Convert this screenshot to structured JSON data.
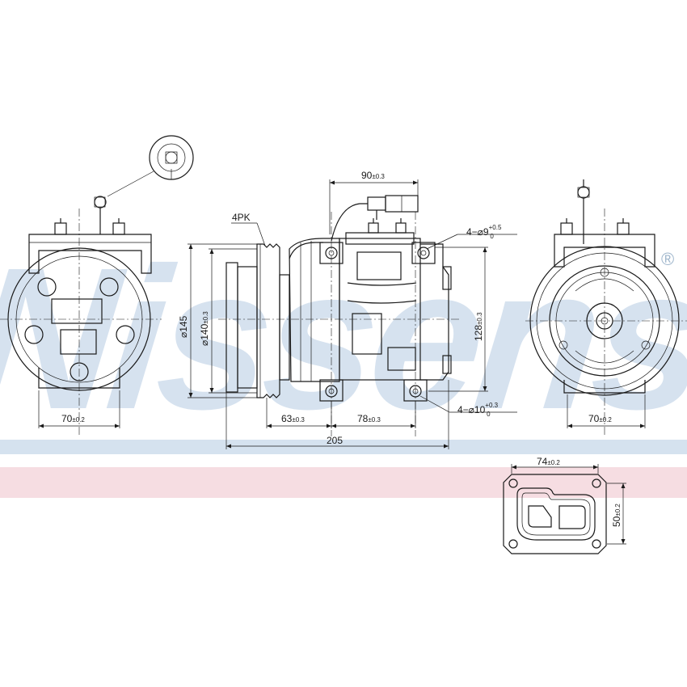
{
  "brand": {
    "watermark": "Nissens",
    "registered_mark": "®",
    "stripe_blue": "#d5e2ef",
    "stripe_pink": "#f6dde2",
    "watermark_color": "#c9d9ea"
  },
  "dimensions": {
    "left_width": {
      "value": "70",
      "tol": "±0.2"
    },
    "pulley_type": "4PK",
    "pulley_outer_dia": "⌀145",
    "pulley_inner_dia": {
      "value": "⌀140",
      "tol": "±0.3"
    },
    "connector_width": {
      "value": "90",
      "tol": "±0.3"
    },
    "top_holes": {
      "prefix": "4−⌀9",
      "tol_upper": "+0.5",
      "tol_lower": "0"
    },
    "body_height": {
      "value": "128",
      "tol": "±0.3"
    },
    "bottom_holes": {
      "prefix": "4−⌀10",
      "tol_upper": "+0.3",
      "tol_lower": "0"
    },
    "pulley_offset": {
      "value": "63",
      "tol": "±0.3"
    },
    "mount_spacing": {
      "value": "78",
      "tol": "±0.3"
    },
    "overall_length": "205",
    "right_width": {
      "value": "70",
      "tol": "±0.2"
    },
    "flange_width": {
      "value": "74",
      "tol": "±0.2"
    },
    "flange_height": {
      "value": "50",
      "tol": "±0.2"
    }
  }
}
